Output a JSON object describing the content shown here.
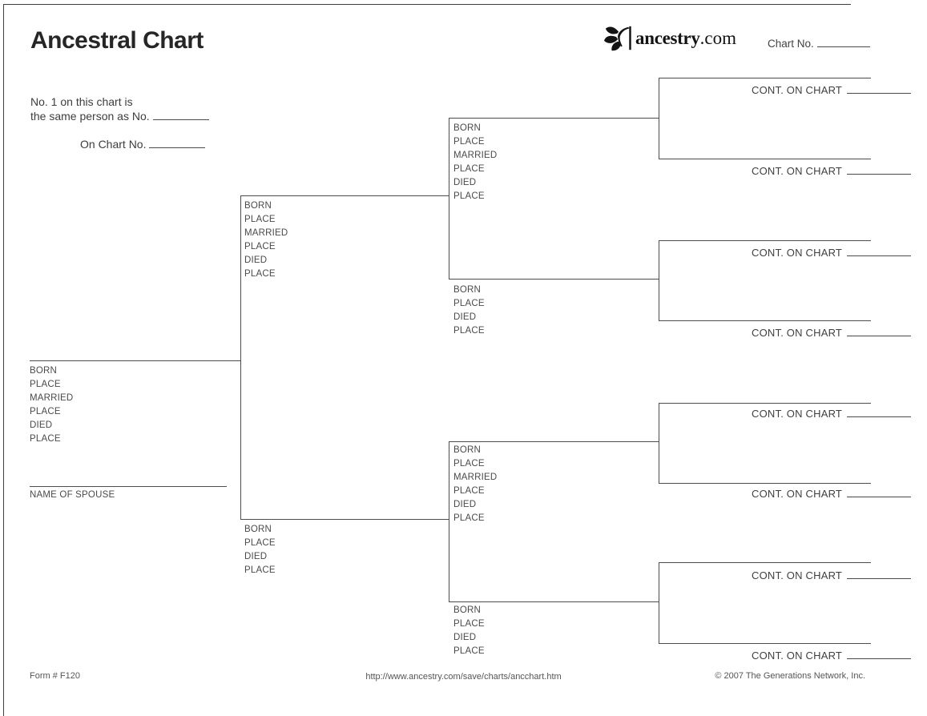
{
  "header": {
    "title": "Ancestral Chart",
    "logo": {
      "icon": "ancestry-leaf-icon",
      "name": "ancestry",
      "tld": ".com"
    },
    "chart_no_label": "Chart No."
  },
  "intro": {
    "line1": "No. 1 on this chart is",
    "line2": "the same person as No.",
    "line3": "On Chart No."
  },
  "tree": {
    "person1": {
      "fields": [
        "BORN",
        "PLACE",
        "MARRIED",
        "PLACE",
        "DIED",
        "PLACE"
      ]
    },
    "spouse_label": "NAME OF SPOUSE",
    "gen2_father": {
      "fields": [
        "BORN",
        "PLACE",
        "MARRIED",
        "PLACE",
        "DIED",
        "PLACE"
      ]
    },
    "gen2_mother": {
      "fields": [
        "BORN",
        "PLACE",
        "DIED",
        "PLACE"
      ]
    },
    "gen3_paternal_grandfather": {
      "fields": [
        "BORN",
        "PLACE",
        "MARRIED",
        "PLACE",
        "DIED",
        "PLACE"
      ]
    },
    "gen3_paternal_grandmother": {
      "fields": [
        "BORN",
        "PLACE",
        "DIED",
        "PLACE"
      ]
    },
    "gen3_maternal_grandfather": {
      "fields": [
        "BORN",
        "PLACE",
        "MARRIED",
        "PLACE",
        "DIED",
        "PLACE"
      ]
    },
    "gen3_maternal_grandmother": {
      "fields": [
        "BORN",
        "PLACE",
        "DIED",
        "PLACE"
      ]
    },
    "gen4_cont_label": "CONT. ON CHART"
  },
  "footer": {
    "form_no": "Form # F120",
    "url": "http://www.ancestry.com/save/charts/ancchart.htm",
    "copyright": "© 2007 The Generations Network, Inc."
  }
}
